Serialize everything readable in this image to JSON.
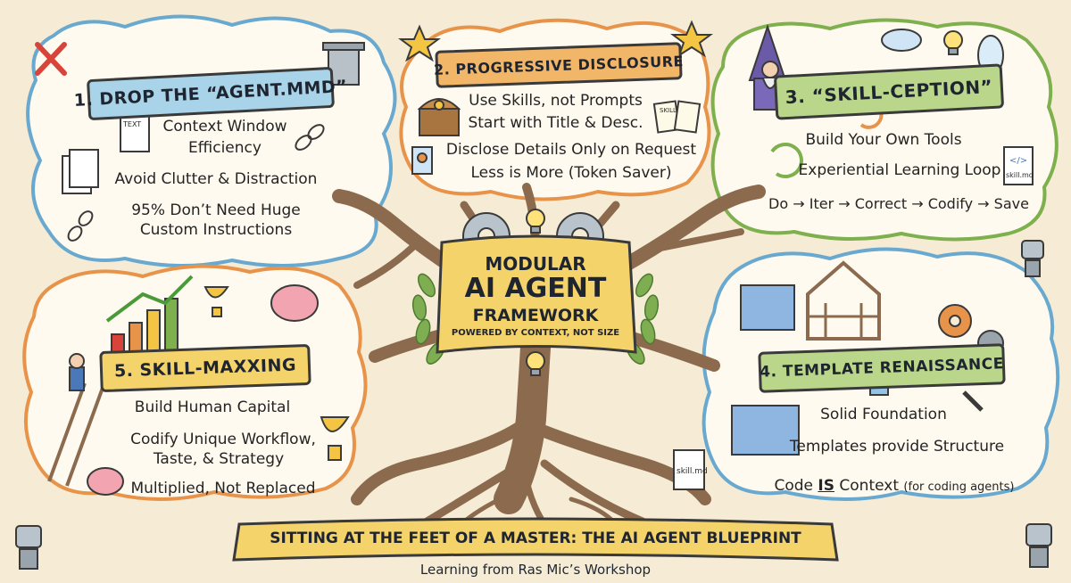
{
  "center": {
    "line1": "MODULAR",
    "line2": "AI AGENT",
    "line3": "FRAMEWORK",
    "tagline": "POWERED BY CONTEXT, NOT SIZE"
  },
  "panel1": {
    "title": "1. DROP THE “AGENT.MMD”",
    "items": [
      "Context Window",
      "Efficiency",
      "Avoid Clutter & Distraction",
      "95% Don’t Need Huge",
      "Custom Instructions"
    ],
    "doc_label": "TEXT"
  },
  "panel2": {
    "title": "2. PROGRESSIVE DISCLOSURE",
    "items": [
      "Use Skills, not Prompts",
      "Start with Title & Desc.",
      "Disclose Details Only on Request",
      "Less is More (Token Saver)"
    ],
    "card_label": "SKILL"
  },
  "panel3": {
    "title": "3. “SKILL-CEPTION”",
    "items": [
      "Build Your Own Tools",
      "Experiential Learning Loop",
      "Do → Iter → Correct → Codify → Save"
    ],
    "file_label": "skill.md",
    "file_glyph": "</>"
  },
  "panel4": {
    "title": "4. TEMPLATE RENAISSANCE",
    "items": [
      "Solid Foundation",
      "Templates provide Structure"
    ],
    "code_pre": "Code ",
    "code_is": "IS",
    "code_post": " Context",
    "code_note": "(for coding agents)"
  },
  "panel5": {
    "title": "5. SKILL-MAXXING",
    "items": [
      "Build Human Capital",
      "Codify Unique Workflow,",
      "Taste, & Strategy",
      "Multiplied, Not Replaced"
    ]
  },
  "trunk_file": "skill.md",
  "footer": {
    "title": "SITTING AT THE FEET OF A MASTER: THE AI AGENT BLUEPRINT",
    "subtitle": "Learning from Ras Mic’s Workshop"
  },
  "colors": {
    "background": "#f6ecd6",
    "ribbon_blue": "#a9d3e8",
    "ribbon_orange": "#f2b668",
    "ribbon_green": "#b9d68a",
    "ribbon_yellow": "#f4d36a",
    "trunk": "#8b6a4e",
    "cloud_blue": "#6aa9cf",
    "cloud_orange": "#e8934a",
    "cloud_green": "#7fb04e"
  }
}
